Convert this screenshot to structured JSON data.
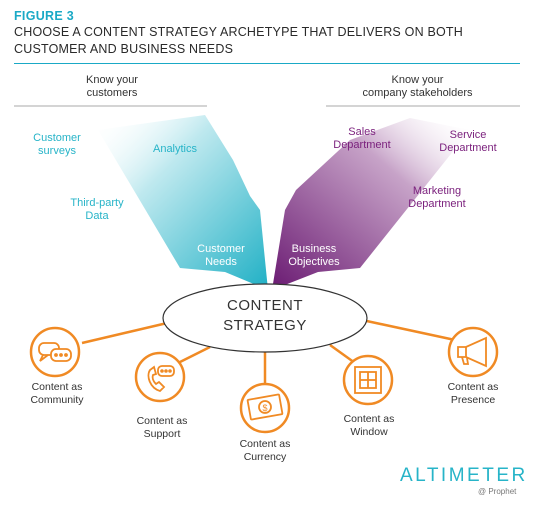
{
  "figure": {
    "label": "FIGURE 3",
    "title_line1": "CHOOSE A CONTENT STRATEGY ARCHETYPE THAT DELIVERS ON BOTH",
    "title_line2": "CUSTOMER AND BUSINESS NEEDS"
  },
  "left": {
    "header_line1": "Know your",
    "header_line2": "customers",
    "sources": [
      {
        "l1": "Customer",
        "l2": "surveys"
      },
      {
        "l1": "Analytics",
        "l2": ""
      },
      {
        "l1": "Third-party",
        "l2": "Data"
      }
    ],
    "arrow_l1": "Customer",
    "arrow_l2": "Needs"
  },
  "right": {
    "header_line1": "Know your",
    "header_line2": "company stakeholders",
    "sources": [
      {
        "l1": "Sales",
        "l2": "Department"
      },
      {
        "l1": "Service",
        "l2": "Department"
      },
      {
        "l1": "Marketing",
        "l2": "Department"
      }
    ],
    "arrow_l1": "Business",
    "arrow_l2": "Objectives"
  },
  "core": {
    "l1": "CONTENT",
    "l2": "STRATEGY"
  },
  "archetypes": [
    {
      "l1": "Content as",
      "l2": "Community",
      "icon": "speech-bubbles-icon"
    },
    {
      "l1": "Content as",
      "l2": "Support",
      "icon": "phone-chat-icon"
    },
    {
      "l1": "Content as",
      "l2": "Currency",
      "icon": "dollar-bill-icon"
    },
    {
      "l1": "Content as",
      "l2": "Window",
      "icon": "window-icon"
    },
    {
      "l1": "Content as",
      "l2": "Presence",
      "icon": "megaphone-icon"
    }
  ],
  "logo": {
    "word": "ALTIMETER",
    "sub": "@ Prophet"
  },
  "colors": {
    "teal": "#27b4c8",
    "purple": "#6c1f72",
    "orange": "#f08a24"
  }
}
